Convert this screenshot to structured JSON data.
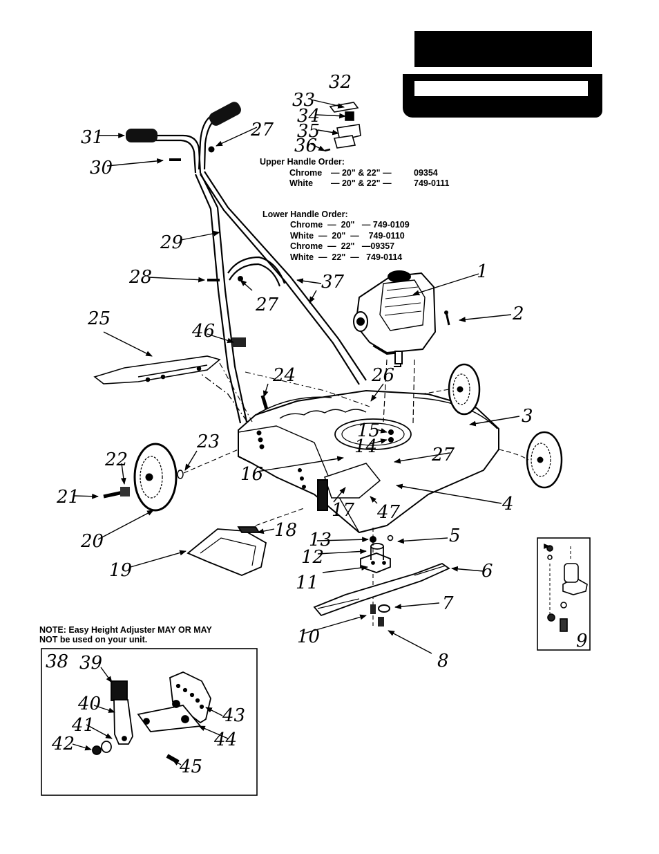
{
  "labels": {
    "p1": "1",
    "p2": "2",
    "p3": "3",
    "p4": "4",
    "p5": "5",
    "p6": "6",
    "p7": "7",
    "p8": "8",
    "p9": "9",
    "p10": "10",
    "p11": "11",
    "p12": "12",
    "p13": "13",
    "p14": "14",
    "p15": "15",
    "p16": "16",
    "p17": "17",
    "p18": "18",
    "p19": "19",
    "p20": "20",
    "p21": "21",
    "p22": "22",
    "p23": "23",
    "p24": "24",
    "p25": "25",
    "p26": "26",
    "p27a": "27",
    "p27b": "27",
    "p27c": "27",
    "p28": "28",
    "p29": "29",
    "p30": "30",
    "p31": "31",
    "p32": "32",
    "p33": "33",
    "p34": "34",
    "p35": "35",
    "p36": "36",
    "p37": "37",
    "p38": "38",
    "p39": "39",
    "p40": "40",
    "p41": "41",
    "p42": "42",
    "p43": "43",
    "p44": "44",
    "p45": "45",
    "p46": "46",
    "p47": "47"
  },
  "upper_handle": {
    "heading": "Upper Handle Order:",
    "line1_name": "Chrome",
    "line1_size": "— 20\" & 22\" —",
    "line1_part": "09354",
    "line2_name": "White",
    "line2_size": "— 20\" & 22\" —",
    "line2_part": "749-0111"
  },
  "lower_handle": {
    "heading": "Lower Handle Order:",
    "line1": "Chrome  —  20\"   — 749-0109",
    "line2": "White  —  20\"  —    749-0110",
    "line3": "Chrome  —  22\"   —09357",
    "line4": "White  —  22\"  —   749-0114"
  },
  "note": {
    "line1": "NOTE:  Easy Height Adjuster MAY OR MAY",
    "line2": "NOT be used on your unit."
  }
}
